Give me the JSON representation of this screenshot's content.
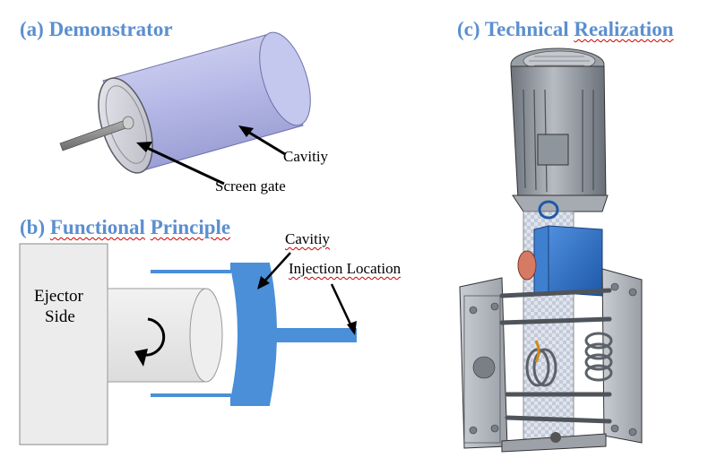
{
  "panels": {
    "demonstrator": {
      "prefix": "(a)",
      "title": "Demonstrator",
      "labels": {
        "cavity": "Cavitiy",
        "screen_gate": "Screen gate"
      }
    },
    "functional_principle": {
      "prefix": "(b)",
      "title_word1": "Functional",
      "title_word2": "Principle",
      "labels": {
        "cavity": "Cavitiy",
        "injection_location": "Injection Location",
        "ejector_side_line1": "Ejector",
        "ejector_side_line2": "Side"
      }
    },
    "technical_realization": {
      "prefix": "(c)",
      "title_word1": "Technical",
      "title_word2": "Realization"
    }
  },
  "colors": {
    "title": "#5b8fd0",
    "cavity_blue": "#4a8fd8",
    "cylinder": "#b4b8e6",
    "ejector_box": "#ececec",
    "machine_gray": "#8a8f97",
    "machine_blue": "#2f6fc4",
    "squiggle": "#d00000"
  }
}
